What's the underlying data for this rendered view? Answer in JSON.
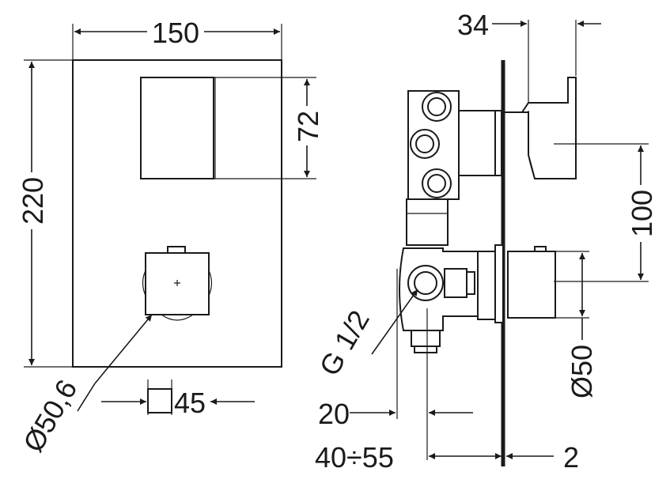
{
  "dimensions": {
    "width_front": "150",
    "height_front": "220",
    "button_height": "72",
    "knob_diameter": "Ø50,6",
    "knob_width": "45",
    "depth_top": "34",
    "spacing": "100",
    "thread": "G 1/2",
    "offset_20": "20",
    "depth_range": "40÷55",
    "plate_thickness": "2",
    "diameter_50": "Ø50"
  }
}
